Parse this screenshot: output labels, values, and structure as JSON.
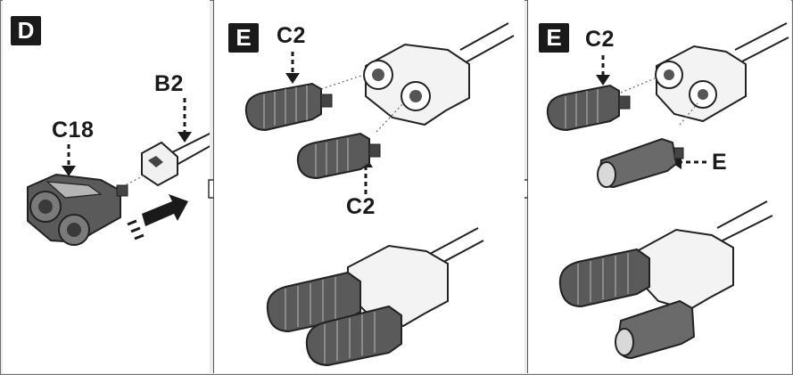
{
  "panels": [
    {
      "id": "D",
      "badge": "D",
      "callouts": [
        "C18",
        "B2"
      ]
    },
    {
      "id": "E1",
      "badge": "E",
      "callouts": [
        "C2",
        "C2"
      ]
    },
    {
      "id": "E2",
      "badge": "E",
      "callouts": [
        "C2",
        "E"
      ]
    }
  ],
  "colors": {
    "badge_bg": "#1a1a1a",
    "badge_text": "#ffffff",
    "part_fill": "#5a5a5a",
    "part_light": "#d9d9d9",
    "outline": "#222222"
  },
  "icons": [
    "arrow-right-outline-icon",
    "push-arrow-icon",
    "dashed-down-arrow-icon"
  ]
}
